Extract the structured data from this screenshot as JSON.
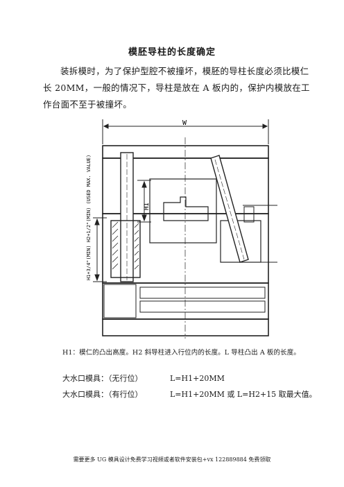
{
  "title": "模胚导柱的长度确定",
  "paragraph": {
    "lines": [
      "装拆模时，为了保护型腔不被撞坏，模胚的导柱长度必须比模仁",
      "长 20MM，一般的情况下，导柱是放在 A 板内的，保护内模放在工",
      "作台面不至于被撞坏。"
    ]
  },
  "drawing": {
    "label_w": "W",
    "label_h1": "H1",
    "label_h2": "H2",
    "label_vertical": "H1+3/4\"(MIN) H2+1/2\"(MIN) (USED MAX. VALUE)"
  },
  "caption": "H1：模仁的凸出高度。H2 斜导柱进入行位内的长度。L 导柱凸出 A 板的长度。",
  "formulas": [
    {
      "label": "大水口模具：（无行位）",
      "value": "L=H1+20MM"
    },
    {
      "label": "大水口模具：（有行位）",
      "value": "L=H1+20MM 或 L=H2+15  取最大值。"
    }
  ],
  "footer": "需要更多 UG 模具设计免费学习视频或者软件安装包+vx 122889884 免费领取"
}
